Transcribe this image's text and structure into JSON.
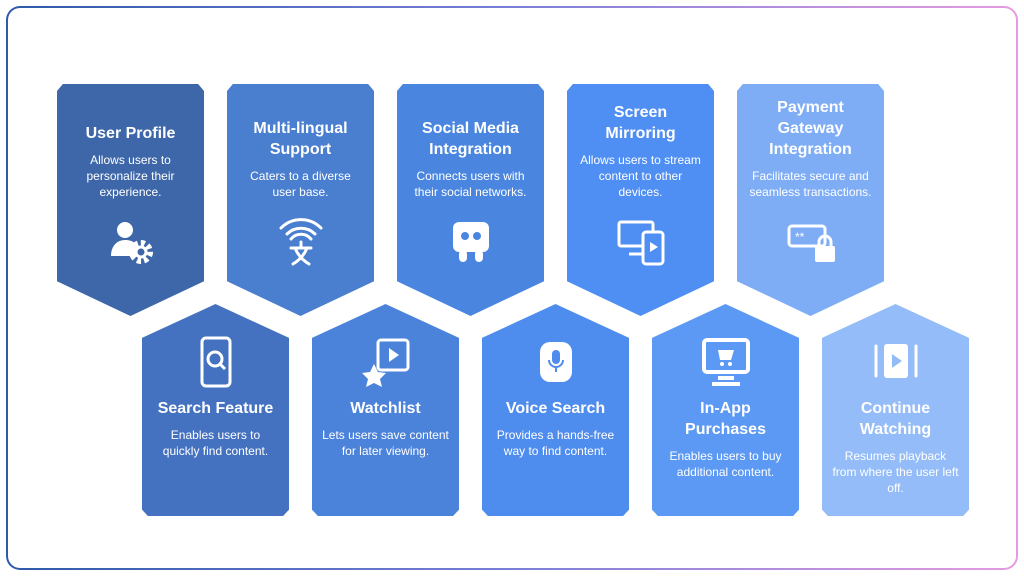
{
  "colors": {
    "c1": "#3e67a9",
    "c2": "#4a7ecf",
    "c3": "#4a86e0",
    "c4": "#4f8ef2",
    "c5": "#7eadf6",
    "c6": "#4572c0",
    "c7": "#4b82da",
    "c8": "#4e8cee",
    "c9": "#5b99f4",
    "c10": "#94bcf8"
  },
  "top": [
    {
      "title": "User Profile",
      "desc": "Allows users to personalize their experience.",
      "icon": "user-gear-icon"
    },
    {
      "title": "Multi-lingual Support",
      "desc": "Caters to a diverse user base.",
      "icon": "translate-icon"
    },
    {
      "title": "Social Media Integration",
      "desc": "Connects users with their social networks.",
      "icon": "social-icon"
    },
    {
      "title": "Screen Mirroring",
      "desc": "Allows users to stream content to other devices.",
      "icon": "screen-mirroring-icon"
    },
    {
      "title": "Payment Gateway Integration",
      "desc": "Facilitates secure and seamless transactions.",
      "icon": "secure-payment-icon"
    }
  ],
  "bottom": [
    {
      "title": "Search Feature",
      "desc": "Enables users to quickly find content.",
      "icon": "phone-search-icon"
    },
    {
      "title": "Watchlist",
      "desc": "Lets users save content for later viewing.",
      "icon": "star-video-icon"
    },
    {
      "title": "Voice Search",
      "desc": "Provides a hands-free way to find content.",
      "icon": "microphone-icon"
    },
    {
      "title": "In-App Purchases",
      "desc": "Enables users to buy additional content.",
      "icon": "monitor-cart-icon"
    },
    {
      "title": "Continue Watching",
      "desc": "Resumes playback from where the user left off.",
      "icon": "play-resume-icon"
    }
  ]
}
